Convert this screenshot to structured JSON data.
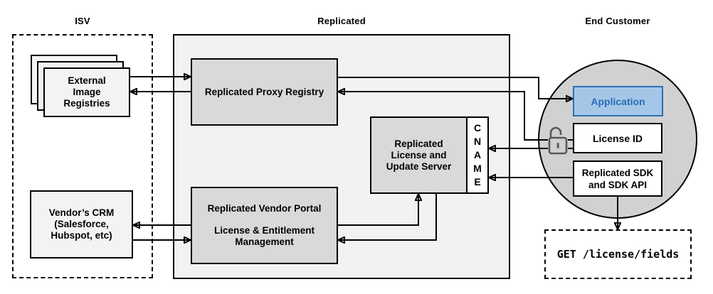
{
  "sections": {
    "isv": {
      "label": "ISV"
    },
    "replicated": {
      "label": "Replicated"
    },
    "end_customer": {
      "label": "End Customer"
    }
  },
  "nodes": {
    "external_image_registries": {
      "line1": "External",
      "line2": "Image",
      "line3": "Registries"
    },
    "vendors_crm": {
      "line1": "Vendor’s CRM",
      "line2": "(Salesforce,",
      "line3": "Hubspot, etc)"
    },
    "proxy_registry": {
      "label": "Replicated Proxy Registry"
    },
    "license_update_server": {
      "line1": "Replicated",
      "line2": "License and",
      "line3": "Update Server"
    },
    "cname": {
      "l1": "C",
      "l2": "N",
      "l3": "A",
      "l4": "M",
      "l5": "E"
    },
    "vendor_portal": {
      "title": "Replicated Vendor Portal",
      "line1": "License & Entitlement",
      "line2": "Management"
    },
    "application": {
      "label": "Application"
    },
    "license_id": {
      "label": "License ID"
    },
    "replicated_sdk": {
      "line1": "Replicated SDK",
      "line2": "and SDK API"
    },
    "get_endpoint": {
      "label": "GET /license/fields"
    }
  },
  "icons": {
    "lock": "open-padlock-icon"
  },
  "colors": {
    "container_fill": "#f2f2f2",
    "gray_node": "#d9d9d9",
    "light_node": "#f3f3f3",
    "circle_fill": "#d1d1d1",
    "app_fill": "#a4c7e8",
    "app_border": "#2d70b3",
    "app_text": "#2b6cb8",
    "lock_gray": "#595959",
    "line": "#000000"
  }
}
